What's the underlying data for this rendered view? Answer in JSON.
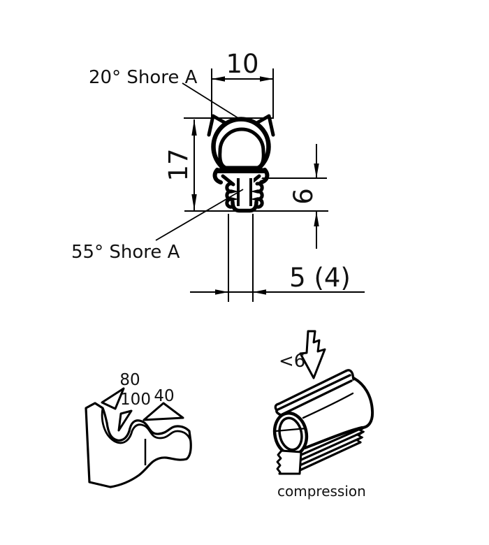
{
  "page": {
    "background": "#ffffff",
    "line_color": "#000000",
    "text_color": "#111111"
  },
  "section_view": {
    "dim_top_width": "10",
    "dim_total_height": "17",
    "dim_foot_height": "6",
    "dim_foot_width": "5 (4)",
    "label_bulb_hardness": "20° Shore A",
    "label_foot_hardness": "55° Shore A"
  },
  "bracket_view": {
    "angle_labels": [
      "80",
      "100",
      "40"
    ]
  },
  "compression_view": {
    "compression_limit": "<6",
    "caption": "compression"
  }
}
